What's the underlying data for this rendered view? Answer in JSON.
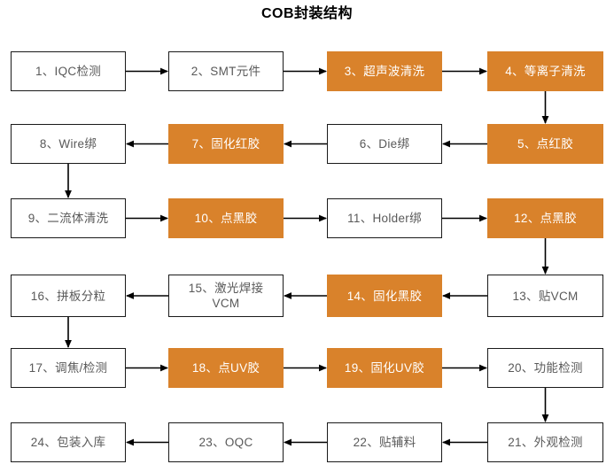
{
  "title": "COB封装结构",
  "colors": {
    "accent": "#D9822B",
    "box_border": "#1A1A1A",
    "box_text": "#595959",
    "filled_text": "#FFFFFF",
    "title_text": "#000000",
    "arrow": "#000000",
    "background": "#FFFFFF"
  },
  "chart_data": {
    "type": "diagram",
    "title": "COB封装结构",
    "layout": "serpentine-flowchart",
    "rows": 6,
    "columns": 4,
    "node_count": 24,
    "flow": "row1 left-to-right, row2 right-to-left, row3 left-to-right, row4 right-to-left, row5 left-to-right, row6 right-to-left"
  },
  "nodes": [
    {
      "id": 1,
      "label": "1、IQC检测",
      "style": "plain",
      "row": 1,
      "col": 1
    },
    {
      "id": 2,
      "label": "2、SMT元件",
      "style": "plain",
      "row": 1,
      "col": 2
    },
    {
      "id": 3,
      "label": "3、超声波清洗",
      "style": "filled",
      "row": 1,
      "col": 3
    },
    {
      "id": 4,
      "label": "4、等离子清洗",
      "style": "filled",
      "row": 1,
      "col": 4
    },
    {
      "id": 5,
      "label": "5、点红胶",
      "style": "filled",
      "row": 2,
      "col": 4
    },
    {
      "id": 6,
      "label": "6、Die绑",
      "style": "plain",
      "row": 2,
      "col": 3
    },
    {
      "id": 7,
      "label": "7、固化红胶",
      "style": "filled",
      "row": 2,
      "col": 2
    },
    {
      "id": 8,
      "label": "8、Wire绑",
      "style": "plain",
      "row": 2,
      "col": 1
    },
    {
      "id": 9,
      "label": "9、二流体清洗",
      "style": "plain",
      "row": 3,
      "col": 1
    },
    {
      "id": 10,
      "label": "10、点黑胶",
      "style": "filled",
      "row": 3,
      "col": 2
    },
    {
      "id": 11,
      "label": "11、Holder绑",
      "style": "plain",
      "row": 3,
      "col": 3
    },
    {
      "id": 12,
      "label": "12、点黑胶",
      "style": "filled",
      "row": 3,
      "col": 4
    },
    {
      "id": 13,
      "label": "13、贴VCM",
      "style": "plain",
      "row": 4,
      "col": 4
    },
    {
      "id": 14,
      "label": "14、固化黑胶",
      "style": "filled",
      "row": 4,
      "col": 3
    },
    {
      "id": 15,
      "label": "15、激光焊接 VCM",
      "style": "plain",
      "row": 4,
      "col": 2
    },
    {
      "id": 16,
      "label": "16、拼板分粒",
      "style": "plain",
      "row": 4,
      "col": 1
    },
    {
      "id": 17,
      "label": "17、调焦/检测",
      "style": "plain",
      "row": 5,
      "col": 1
    },
    {
      "id": 18,
      "label": "18、点UV胶",
      "style": "filled",
      "row": 5,
      "col": 2
    },
    {
      "id": 19,
      "label": "19、固化UV胶",
      "style": "filled",
      "row": 5,
      "col": 3
    },
    {
      "id": 20,
      "label": "20、功能检测",
      "style": "plain",
      "row": 5,
      "col": 4
    },
    {
      "id": 21,
      "label": "21、外观检测",
      "style": "plain",
      "row": 6,
      "col": 4
    },
    {
      "id": 22,
      "label": "22、贴辅料",
      "style": "plain",
      "row": 6,
      "col": 3
    },
    {
      "id": 23,
      "label": "23、OQC",
      "style": "plain",
      "row": 6,
      "col": 2
    },
    {
      "id": 24,
      "label": "24、包装入库",
      "style": "plain",
      "row": 6,
      "col": 1
    }
  ],
  "node_15_lines": [
    "15、激光焊接",
    "VCM"
  ],
  "edges": [
    {
      "from": 1,
      "to": 2,
      "dir": "right"
    },
    {
      "from": 2,
      "to": 3,
      "dir": "right"
    },
    {
      "from": 3,
      "to": 4,
      "dir": "right"
    },
    {
      "from": 4,
      "to": 5,
      "dir": "down"
    },
    {
      "from": 5,
      "to": 6,
      "dir": "left"
    },
    {
      "from": 6,
      "to": 7,
      "dir": "left"
    },
    {
      "from": 7,
      "to": 8,
      "dir": "left"
    },
    {
      "from": 8,
      "to": 9,
      "dir": "down"
    },
    {
      "from": 9,
      "to": 10,
      "dir": "right"
    },
    {
      "from": 10,
      "to": 11,
      "dir": "right"
    },
    {
      "from": 11,
      "to": 12,
      "dir": "right"
    },
    {
      "from": 12,
      "to": 13,
      "dir": "down"
    },
    {
      "from": 13,
      "to": 14,
      "dir": "left"
    },
    {
      "from": 14,
      "to": 15,
      "dir": "left"
    },
    {
      "from": 15,
      "to": 16,
      "dir": "left"
    },
    {
      "from": 16,
      "to": 17,
      "dir": "down"
    },
    {
      "from": 17,
      "to": 18,
      "dir": "right"
    },
    {
      "from": 18,
      "to": 19,
      "dir": "right"
    },
    {
      "from": 19,
      "to": 20,
      "dir": "right"
    },
    {
      "from": 20,
      "to": 21,
      "dir": "down"
    },
    {
      "from": 21,
      "to": 22,
      "dir": "left"
    },
    {
      "from": 22,
      "to": 23,
      "dir": "left"
    },
    {
      "from": 23,
      "to": 24,
      "dir": "left"
    }
  ]
}
